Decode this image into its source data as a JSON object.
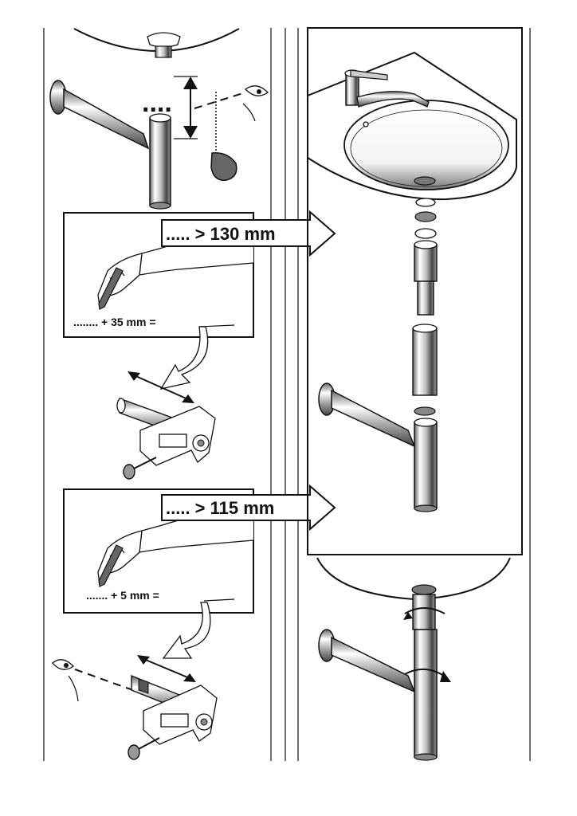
{
  "callouts": {
    "measure_1": "..... > 130 mm",
    "measure_2": "..... > 115 mm"
  },
  "formulas": {
    "formula_1": "........  +  35 mm  =",
    "formula_2": ".......  +  5 mm  ="
  },
  "marks": {
    "dots": "...."
  },
  "colors": {
    "line": "#111111",
    "panel": "#ffffff",
    "metal_shade": "#555555"
  }
}
